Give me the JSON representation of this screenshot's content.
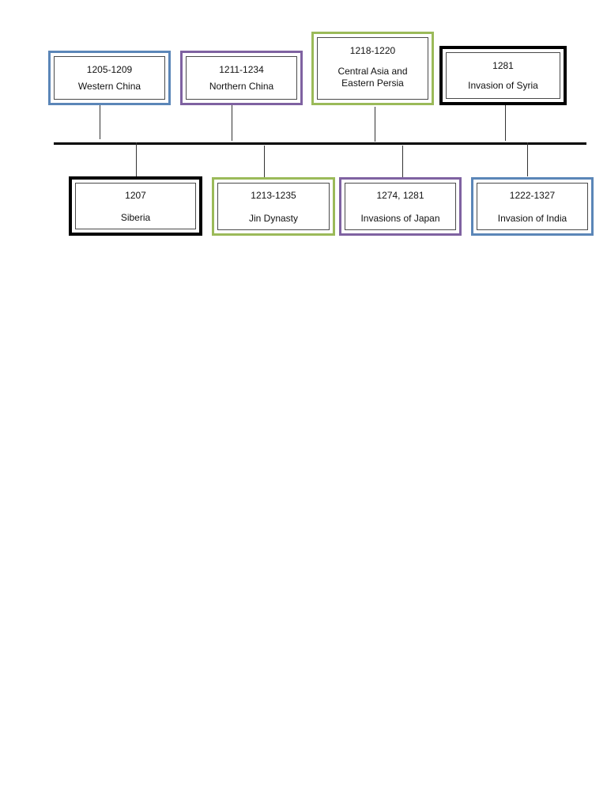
{
  "timeline": {
    "events_above": [
      {
        "date": "1205-1209",
        "place": "Western China",
        "border_color": "#5b86b8"
      },
      {
        "date": "1211-1234",
        "place": "Northern China",
        "border_color": "#7f62a1"
      },
      {
        "date": "1218-1220",
        "place": "Central Asia and\nEastern Persia",
        "border_color": "#9bba59"
      },
      {
        "date": "1281",
        "place": "Invasion of Syria",
        "border_color": "#000000"
      }
    ],
    "events_below": [
      {
        "date": "1207",
        "place": "Siberia",
        "border_color": "#000000"
      },
      {
        "date": "1213-1235",
        "place": "Jin Dynasty",
        "border_color": "#9bba59"
      },
      {
        "date": "1274, 1281",
        "place": "Invasions of Japan",
        "border_color": "#7f62a1"
      },
      {
        "date": "1222-1327",
        "place": "Invasion of India",
        "border_color": "#5b86b8"
      }
    ]
  }
}
